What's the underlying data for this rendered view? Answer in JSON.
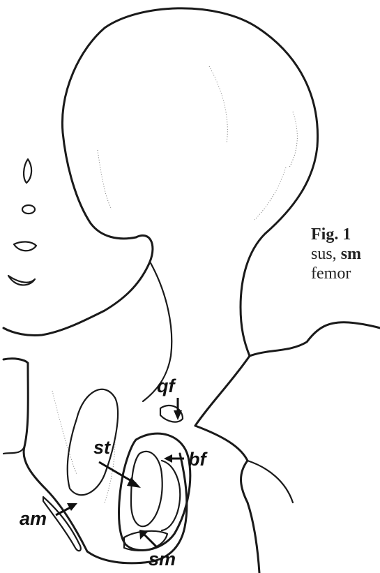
{
  "labels": {
    "qf": "qf",
    "st": "st",
    "bf": "bf",
    "am": "am",
    "sm": "sm"
  },
  "caption": {
    "fig_label": "Fig. 1",
    "line2_prefix": "sus, ",
    "line2_bold": "sm",
    "line3": "femor"
  },
  "colors": {
    "ink": "#1a1a1a",
    "background": "#ffffff"
  }
}
